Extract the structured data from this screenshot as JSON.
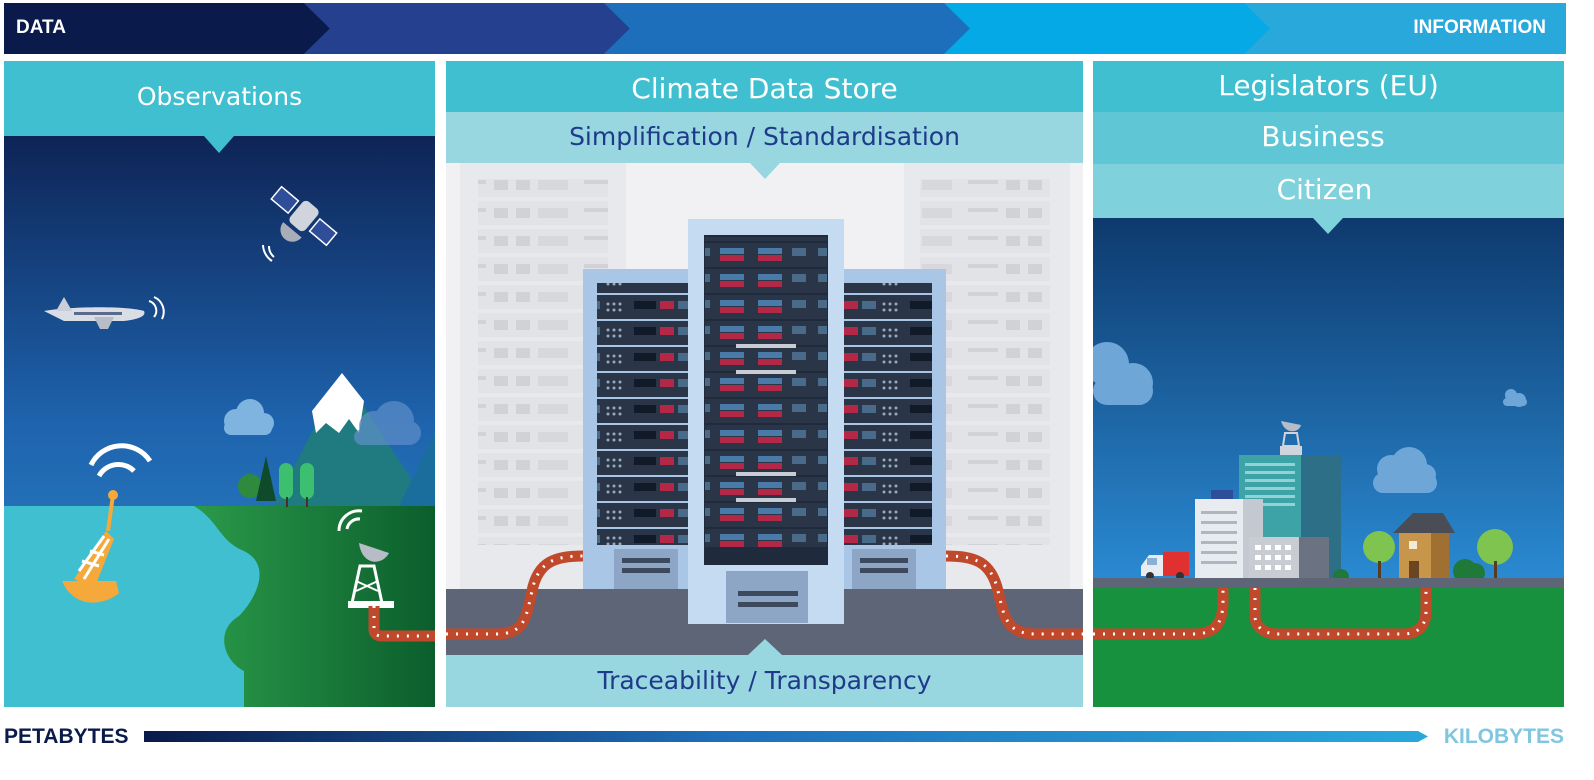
{
  "top_bar": {
    "left_label": "DATA",
    "right_label": "INFORMATION",
    "colors": [
      "#0a1a4a",
      "#1f3d8a",
      "#1e6fbb",
      "#05a9e6",
      "#29a8dc"
    ]
  },
  "observations": {
    "title": "Observations"
  },
  "cds": {
    "title": "Climate Data Store",
    "subtitle": "Simplification / Standardisation",
    "footer": "Traceability / Transparency"
  },
  "audience": {
    "rows": [
      "Legislators (EU)",
      "Business",
      "Citizen"
    ]
  },
  "bottom_bar": {
    "left_label": "PETABYTES",
    "right_label": "KILOBYTES"
  },
  "colors": {
    "teal_header": "#3fbfcf",
    "light_teal": "#98d7e0",
    "dark_navy": "#0f2b5e",
    "sea": "#3fbfcf",
    "land": "#1a7a3c",
    "pipe": "#c0492b"
  },
  "icons": [
    "satellite-icon",
    "airplane-icon",
    "buoy-icon",
    "antenna-icon",
    "mountain-icon",
    "server-rack-icon",
    "truck-icon",
    "building-icon",
    "house-icon",
    "tree-icon",
    "cloud-icon"
  ]
}
